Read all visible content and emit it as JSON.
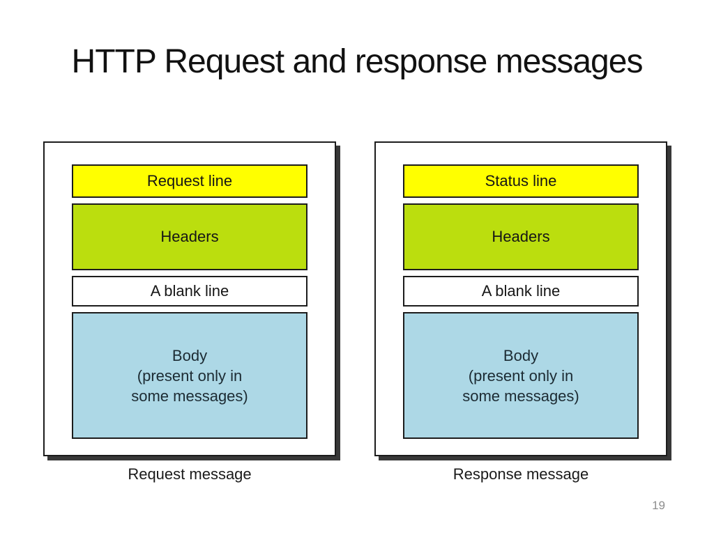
{
  "slide": {
    "title": "HTTP Request and response messages",
    "page_number": "19"
  },
  "colors": {
    "line_field": "#FFFF00",
    "headers_field": "#BBDE0E",
    "blank_field": "#FFFFFF",
    "body_field": "#ADD8E6",
    "box_border": "#1C1C1C",
    "box_shadow": "#383838",
    "page_number_text": "#8D8D8D"
  },
  "diagrams": [
    {
      "caption": "Request message",
      "fields": [
        {
          "label": "Request line",
          "color": "#FFFF00"
        },
        {
          "label": "Headers",
          "color": "#BBDE0E"
        },
        {
          "label": "A blank line",
          "color": "#FFFFFF"
        },
        {
          "label_lines": [
            "Body",
            "(present only in",
            "some messages)"
          ],
          "color": "#ADD8E6"
        }
      ]
    },
    {
      "caption": "Response message",
      "fields": [
        {
          "label": "Status line",
          "color": "#FFFF00"
        },
        {
          "label": "Headers",
          "color": "#BBDE0E"
        },
        {
          "label": "A blank line",
          "color": "#FFFFFF"
        },
        {
          "label_lines": [
            "Body",
            "(present only in",
            "some messages)"
          ],
          "color": "#ADD8E6"
        }
      ]
    }
  ]
}
